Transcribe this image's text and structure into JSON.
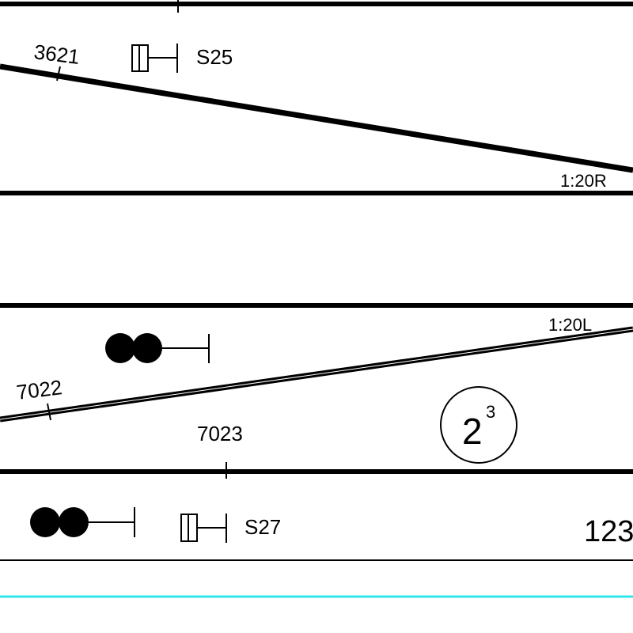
{
  "signals": {
    "s25": {
      "name": "S25"
    },
    "s27": {
      "name": "S27"
    }
  },
  "points": {
    "p3621": {
      "id": "3621"
    },
    "p7022": {
      "id": "7022"
    },
    "p7023": {
      "id": "7023"
    }
  },
  "turnouts": {
    "upper": {
      "ratio": "1:20R"
    },
    "lower": {
      "ratio": "1:20L"
    }
  },
  "circle_marker": {
    "base": "2",
    "superscript": "3"
  },
  "track_number": {
    "text": "123"
  },
  "colors": {
    "line": "#000000",
    "highlight": "#2ee6ec",
    "background": "#ffffff"
  }
}
